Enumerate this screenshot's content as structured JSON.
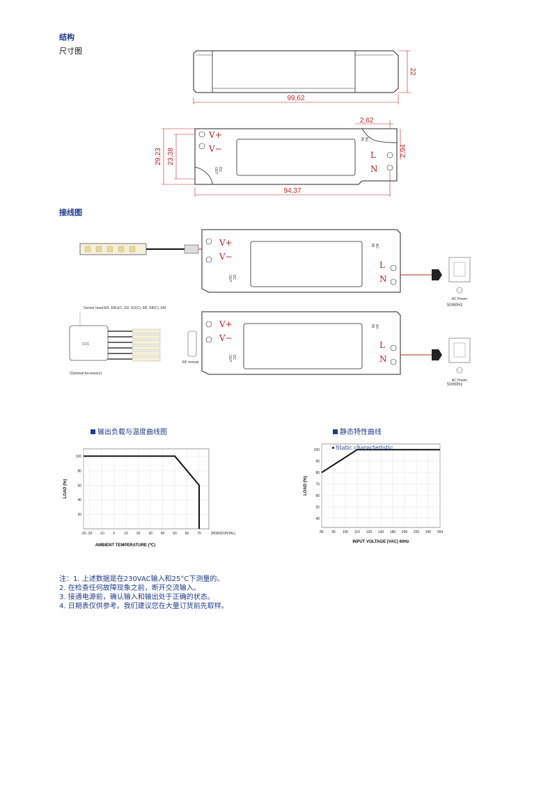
{
  "sections": {
    "structure": "结构",
    "dimensions": "尺寸图",
    "wiring": "接线图"
  },
  "dimension_labels": {
    "length": "99,62",
    "height": "22",
    "offset": "2,62",
    "width_outer": "29,23",
    "width_inner": "23,38",
    "hole": "2,94",
    "mount_distance": "94,37"
  },
  "terminals": {
    "v_plus": "V+",
    "v_minus": "V−",
    "l": "L",
    "n": "N",
    "dc": "DC",
    "out": "OUT",
    "ac": "AC",
    "in": "IN"
  },
  "wiring": {
    "sensor_head": "Sensor head:ER, EW,EC, ED, ED(C), EB, EB(C), EM",
    "cv": "CV1",
    "optional": "(Optional Accessory)",
    "rf_remote": "RF remote",
    "ac_power": "AC Power",
    "freq": "50/60Hz"
  },
  "charts": {
    "derating_title": "输出负载与温度曲线图",
    "static_title": "静态特性曲线",
    "static_inner": "Static characteristic"
  },
  "chart_data": [
    {
      "type": "line",
      "title": "输出负载与温度曲线图",
      "xlabel": "AMBIENT TEMPERATURE (℃)",
      "ylabel": "LOAD (%)",
      "x_ticks": [
        "-25",
        "-20",
        "-10",
        "0",
        "10",
        "20",
        "30",
        "40",
        "50",
        "60",
        "70"
      ],
      "x_tick_values": [
        -25,
        -20,
        -10,
        0,
        10,
        20,
        30,
        40,
        50,
        60,
        70
      ],
      "x_extra": "(HORIZONTAL)",
      "y_ticks": [
        "100",
        "80",
        "60",
        "40",
        "20"
      ],
      "y_tick_values": [
        100,
        80,
        60,
        40,
        20
      ],
      "xlim": [
        -25,
        78
      ],
      "ylim": [
        0,
        110
      ],
      "grid": true,
      "series": [
        {
          "x": [
            -25,
            50,
            70,
            70
          ],
          "y": [
            100,
            100,
            60,
            0
          ]
        }
      ]
    },
    {
      "type": "line",
      "title": "静态特性曲线",
      "xlabel": "INPUT VOLTAGE (VAC) 60Hz",
      "ylabel": "LOAD (%)",
      "x_ticks": [
        "85",
        "95",
        "100",
        "115",
        "120",
        "130",
        "180",
        "200",
        "220",
        "240",
        "264"
      ],
      "x_positions": [
        0,
        1,
        2,
        3,
        4,
        5,
        6,
        7,
        8,
        9,
        10
      ],
      "y_ticks": [
        "100",
        "90",
        "80",
        "70",
        "60",
        "50",
        "40"
      ],
      "y_tick_values": [
        100,
        90,
        80,
        70,
        60,
        50,
        40
      ],
      "ylim": [
        32,
        105
      ],
      "grid": true,
      "series": [
        {
          "xcat": [
            0,
            3,
            10
          ],
          "y": [
            80,
            100,
            100
          ]
        }
      ]
    }
  ],
  "notes": [
    "注：1. 上述数据是在230VAC输入和25°C下测量的。",
    "2. 在检查任何故障现象之前，断开交流输入。",
    "3. 接通电源前，确认输入和输出处于正确的状态。",
    "4. 日期表仅供参考。我们建议您在大量订货前先取样。"
  ]
}
